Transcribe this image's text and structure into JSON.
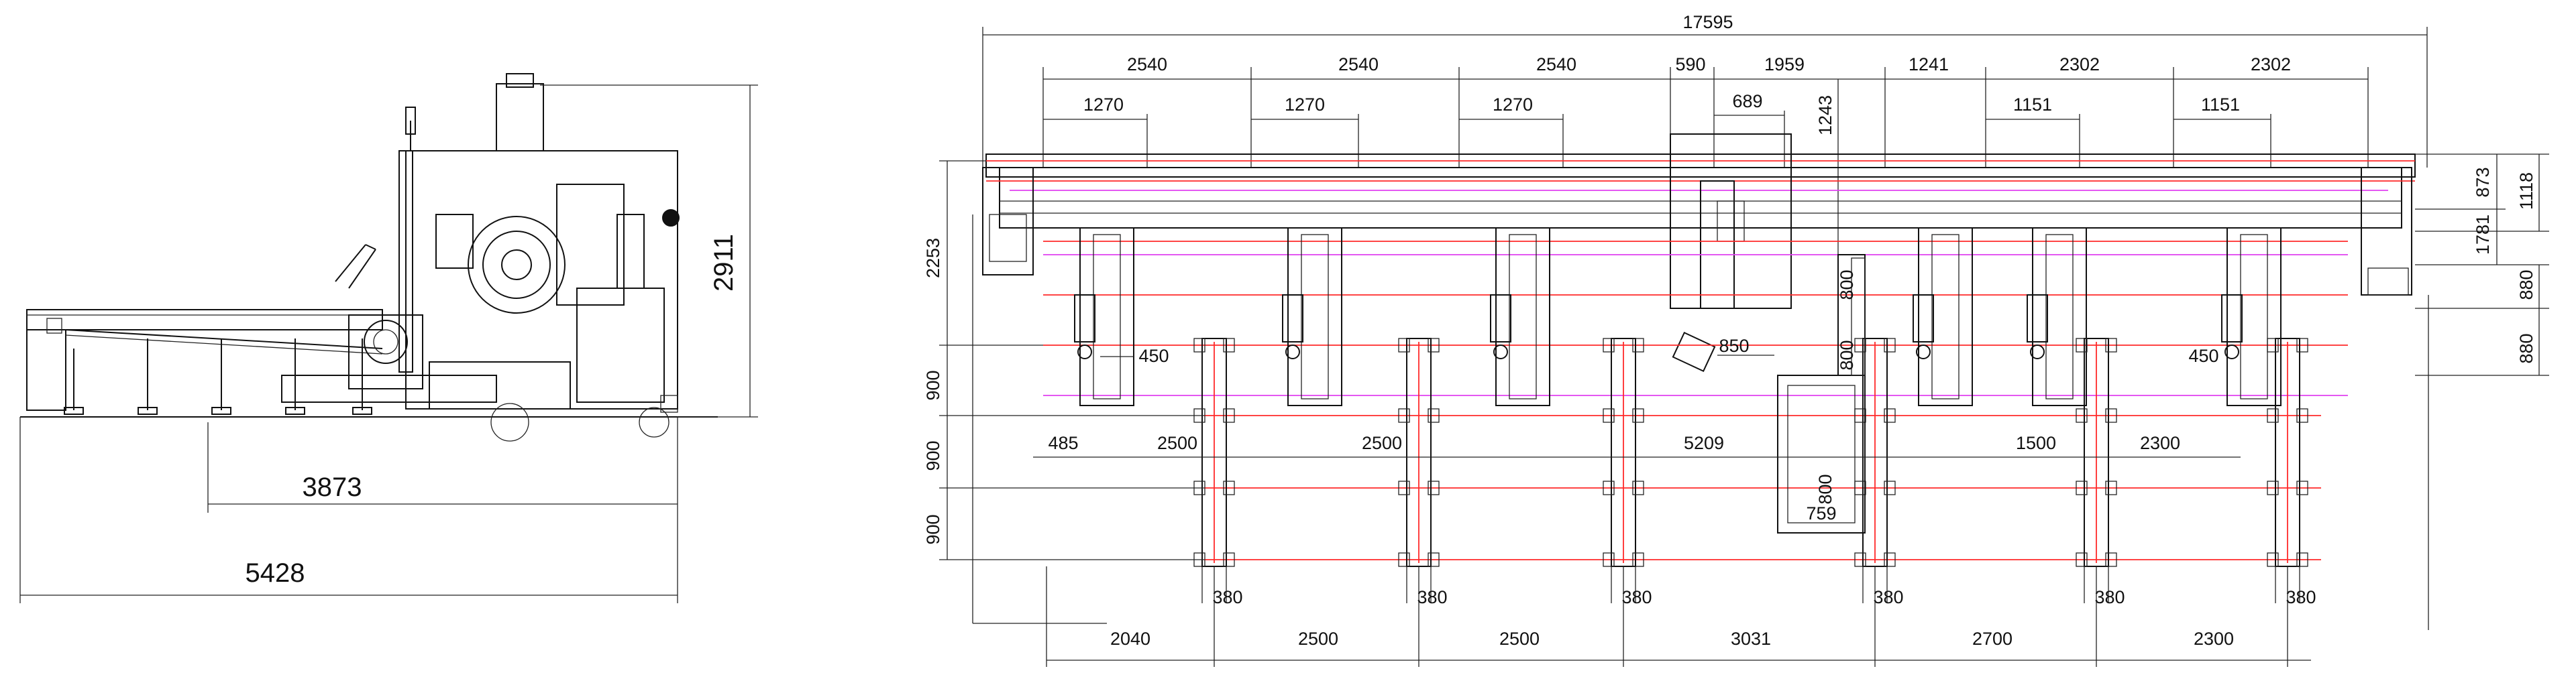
{
  "side_view": {
    "height": "2911",
    "length_inner": "3873",
    "length_total": "5428"
  },
  "top_view": {
    "overall_length": "17595",
    "top_segments": [
      "2540",
      "2540",
      "2540",
      "590",
      "1959",
      "1241",
      "2302",
      "2302"
    ],
    "sub_segments": [
      "1270",
      "1270",
      "1270",
      "689",
      "1151",
      "1151"
    ],
    "dim_1243": "1243",
    "right_dims": [
      "873",
      "1118",
      "1781",
      "880",
      "880"
    ],
    "left_dims": [
      "2253",
      "900",
      "900",
      "900"
    ],
    "offset_450_left": "450",
    "offset_450_right": "450",
    "dim_850": "850",
    "dim_800": [
      "800",
      "800",
      "800"
    ],
    "dim_759": "759",
    "middle_row": [
      "485",
      "2500",
      "2500",
      "5209",
      "1500",
      "2300"
    ],
    "post_width": [
      "380",
      "380",
      "380",
      "380",
      "380",
      "380"
    ],
    "bottom_row": [
      "2040",
      "2500",
      "2500",
      "3031",
      "2700",
      "2300"
    ]
  }
}
